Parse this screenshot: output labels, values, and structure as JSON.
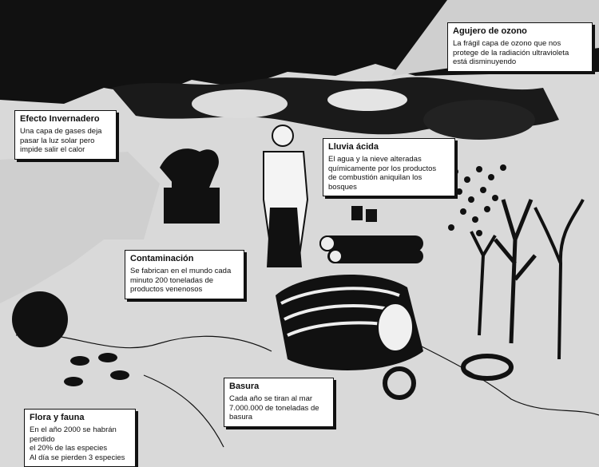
{
  "callouts": {
    "ozono": {
      "title": "Agujero de ozono",
      "lines": [
        "La frágil capa de ozono que nos",
        "protege de la radiación ultravioleta",
        "está disminuyendo"
      ]
    },
    "invernadero": {
      "title": "Efecto Invernadero",
      "lines": [
        "Una capa de gases deja",
        "pasar la luz solar pero",
        "impide salir el calor"
      ]
    },
    "lluvia": {
      "title": "Lluvia ácida",
      "lines": [
        "El agua y la nieve alteradas",
        "químicamente por los productos",
        "de combustión aniquilan los",
        "bosques"
      ]
    },
    "contaminacion": {
      "title": "Contaminación",
      "lines": [
        "Se fabrican en el mundo cada",
        "minuto 200 toneladas de",
        "productos venenosos"
      ]
    },
    "basura": {
      "title": "Basura",
      "lines": [
        "Cada año se tiran al mar",
        "7.000.000 de toneladas de",
        "basura"
      ]
    },
    "flora": {
      "title": "Flora y fauna",
      "lines": [
        "En el año 2000 se habrán perdido",
        "el 20% de las especies",
        "Al día se pierden 3 especies"
      ]
    }
  },
  "colors": {
    "ink": "#111111",
    "paper": "#ffffff",
    "ground": "#d9d9d9"
  }
}
